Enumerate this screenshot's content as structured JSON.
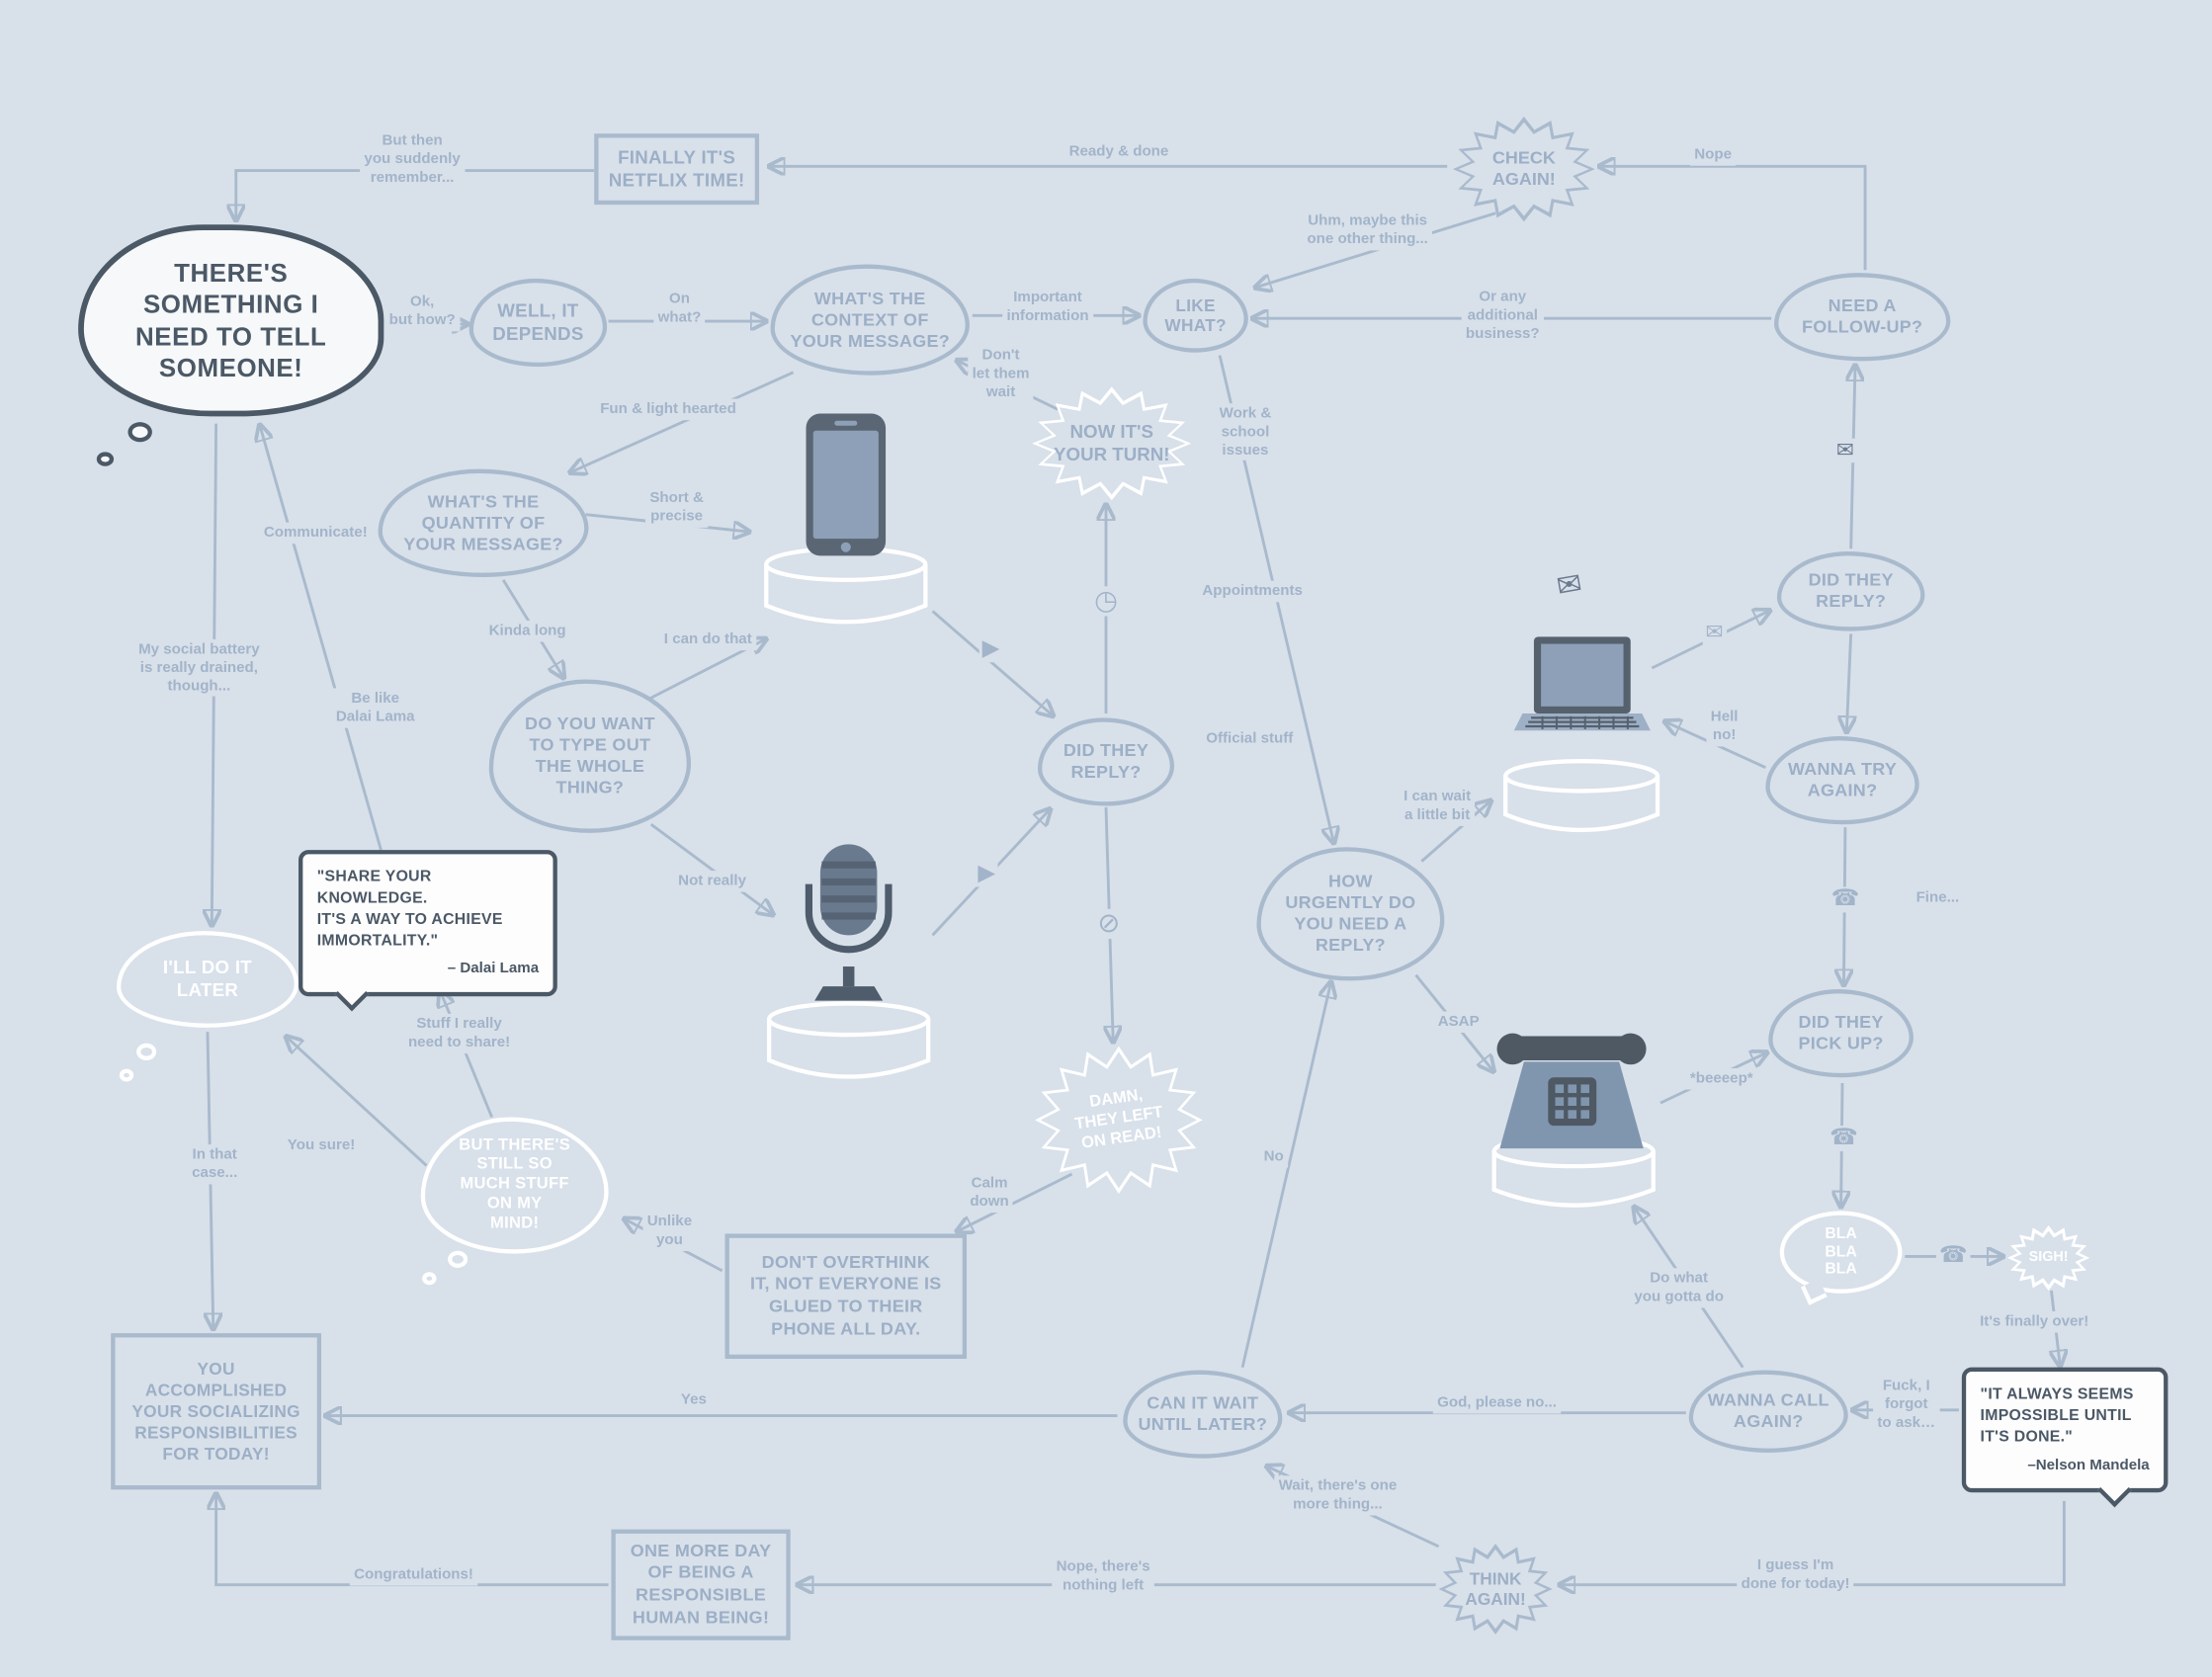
{
  "palette": {
    "background": "#d8e0ea",
    "lines": "#a9bacd",
    "node_text": "#9cafc6",
    "dark": "#4b5866",
    "white": "#ffffff",
    "icon_dark": "#56616e",
    "icon_mid": "#6b7a8e",
    "icon_light": "#8da0b7"
  },
  "nodes": {
    "start": "THERE'S\nSOMETHING I\nNEED TO TELL\nSOMEONE!",
    "netflix": "FINALLY IT'S\nNETFLIX TIME!",
    "check_again": "CHECK\nAGAIN!",
    "well_depends": "WELL, IT\nDEPENDS",
    "context": "WHAT'S THE\nCONTEXT OF\nYOUR MESSAGE?",
    "like_what": "LIKE\nWHAT?",
    "follow_up": "NEED A\nFOLLOW-UP?",
    "your_turn": "NOW IT'S\nYOUR TURN!",
    "quantity": "WHAT'S THE\nQUANTITY OF\nYOUR MESSAGE?",
    "reply_right": "DID THEY\nREPLY?",
    "type_whole": "DO YOU WANT\nTO TYPE OUT\nTHE WHOLE\nTHING?",
    "reply_center": "DID THEY\nREPLY?",
    "try_again": "WANNA TRY\nAGAIN?",
    "how_urgently": "HOW\nURGENTLY DO\nYOU NEED A\nREPLY?",
    "pick_up": "DID THEY\nPICK UP?",
    "later": "I'LL DO IT\nLATER",
    "but_theres": "BUT THERE'S\nSTILL SO\nMUCH STUFF\nON MY\nMIND!",
    "damn": "DAMN,\nTHEY LEFT\nON READ!",
    "overthink": "DON'T OVERTHINK\nIT, NOT EVERYONE IS\nGLUED TO THEIR\nPHONE ALL DAY.",
    "bla": "BLA\nBLA\nBLA",
    "sigh": "SIGH!",
    "can_wait": "CAN IT WAIT\nUNTIL LATER?",
    "call_again": "WANNA CALL\nAGAIN?",
    "accomplished": "YOU\nACCOMPLISHED\nYOUR SOCIALIZING\nRESPONSIBILITIES\nFOR TODAY!",
    "one_more_day": "ONE MORE DAY\nOF BEING A\nRESPONSIBLE\nHUMAN BEING!",
    "think_again": "THINK\nAGAIN!"
  },
  "quotes": {
    "dalai": {
      "text": "\"SHARE YOUR KNOWLEDGE.\nIT'S A WAY TO ACHIEVE\nIMMORTALITY.\"",
      "attribution": "– Dalai Lama"
    },
    "mandela": {
      "text": "\"IT ALWAYS SEEMS\nIMPOSSIBLE UNTIL\nIT'S DONE.\"",
      "attribution": "–Nelson Mandela"
    }
  },
  "labels": {
    "but_then": "But then\nyou suddenly\nremember...",
    "ready_done": "Ready & done",
    "nope": "Nope",
    "uhm": "Uhm, maybe this\none other thing...",
    "ok_but_how": "Ok,\nbut how?",
    "on_what": "On\nwhat?",
    "important_info": "Important\ninformation",
    "or_any": "Or any\nadditional\nbusiness?",
    "dont_let_wait": "Don't\nlet them\nwait",
    "fun_light": "Fun & light hearted",
    "work_school": "Work &\nschool\nissues",
    "communicate": "Communicate!",
    "short_precise": "Short &\nprecise",
    "appointments": "Appointments",
    "kinda_long": "Kinda long",
    "i_can_do": "I can do that",
    "social_battery": "My social battery\nis really drained,\nthough...",
    "be_like": "Be like\nDalai Lama",
    "official_stuff": "Official stuff",
    "hell_no": "Hell\nno!",
    "i_can_wait": "I can wait\na little bit",
    "not_really": "Not really",
    "fine": "Fine...",
    "asap": "ASAP",
    "stuff_share": "Stuff I really\nneed to share!",
    "beeeep": "*beeeep*",
    "you_sure": "You sure!",
    "in_that_case": "In that\ncase...",
    "calm_down": "Calm\ndown",
    "unlike_you": "Unlike\nyou",
    "no": "No",
    "do_what": "Do what\nyou gotta do",
    "finally_over": "It's finally over!",
    "yes": "Yes",
    "god_no": "God, please no...",
    "fuck_forgot": "Fuck, I\nforgot\nto ask…",
    "wait_one_more": "Wait, there's one\nmore thing...",
    "congratulations": "Congratulations!",
    "nope_nothing": "Nope, there's\nnothing left",
    "guess_done": "I guess I'm\ndone for today!"
  },
  "icons": {
    "send": "▶",
    "clock": "◷",
    "no_reply": "⊘",
    "envelope": "✉",
    "receiver": "☎",
    "hangup": "☎"
  }
}
